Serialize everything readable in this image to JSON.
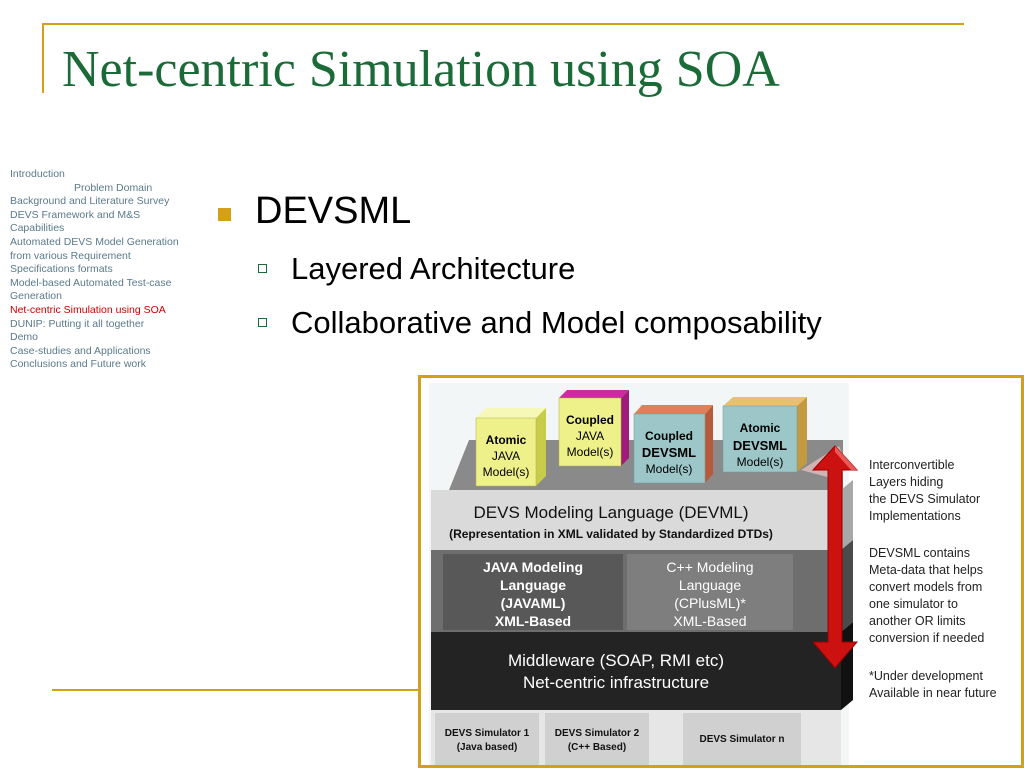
{
  "title": "Net-centric Simulation using SOA",
  "nav": {
    "items": [
      {
        "label": "Introduction",
        "indent": false,
        "active": false
      },
      {
        "label": "Problem Domain",
        "indent": true,
        "active": false
      },
      {
        "label": "Background and Literature Survey",
        "indent": false,
        "active": false
      },
      {
        "label": "DEVS Framework and M&S",
        "indent": false,
        "active": false
      },
      {
        "label": "Capabilities",
        "indent": false,
        "active": false
      },
      {
        "label": "Automated DEVS Model Generation",
        "indent": false,
        "active": false
      },
      {
        "label": "from various Requirement",
        "indent": false,
        "active": false
      },
      {
        "label": "Specifications formats",
        "indent": false,
        "active": false
      },
      {
        "label": "Model-based Automated Test-case",
        "indent": false,
        "active": false
      },
      {
        "label": "Generation",
        "indent": false,
        "active": false
      },
      {
        "label": "Net-centric Simulation using SOA",
        "indent": false,
        "active": true
      },
      {
        "label": "DUNIP: Putting it all together",
        "indent": false,
        "active": false
      },
      {
        "label": "Demo",
        "indent": false,
        "active": false
      },
      {
        "label": "Case-studies and Applications",
        "indent": false,
        "active": false
      },
      {
        "label": "Conclusions and Future work",
        "indent": false,
        "active": false
      }
    ]
  },
  "bullets": {
    "main": "DEVSML",
    "sub": [
      "Layered Architecture",
      "Collaborative and Model composability"
    ]
  },
  "diagram": {
    "boxes": {
      "atomic_java": {
        "l1": "Atomic",
        "l2": "JAVA",
        "l3": "Model(s)"
      },
      "coupled_java": {
        "l1": "Coupled",
        "l2": "JAVA",
        "l3": "Model(s)"
      },
      "coupled_devsml": {
        "l1": "Coupled",
        "l2": "DEVSML",
        "l3": "Model(s)"
      },
      "atomic_devsml": {
        "l1": "Atomic",
        "l2": "DEVSML",
        "l3": "Model(s)"
      }
    },
    "devml": {
      "title": "DEVS Modeling Language (DEVML)",
      "subtitle": "(Representation in XML validated by Standardized DTDs)"
    },
    "javaml": [
      "JAVA Modeling",
      "Language",
      "(JAVAML)",
      "XML-Based"
    ],
    "cplusml": [
      "C++ Modeling",
      "Language",
      "(CPlusML)*",
      "XML-Based"
    ],
    "middleware": [
      "Middleware (SOAP, RMI etc)",
      "Net-centric infrastructure"
    ],
    "simulators": {
      "sim1": [
        "DEVS Simulator 1",
        "(Java based)"
      ],
      "sim2": [
        "DEVS Simulator 2",
        "(C++ Based)"
      ],
      "simn": "DEVS Simulator n"
    },
    "notes": {
      "n1": [
        "Interconvertible",
        "Layers hiding",
        "the DEVS Simulator",
        "Implementations"
      ],
      "n2": [
        "DEVSML contains",
        "Meta-data that helps",
        "convert models from",
        "one simulator to",
        "another OR limits",
        "conversion if needed"
      ],
      "n3": [
        "*Under development",
        "Available in near future"
      ]
    },
    "colors": {
      "accent": "#d4a017",
      "title_green": "#1b6b38",
      "arrow_red": "#cc1111",
      "box_yellow": "#eef08a",
      "box_magenta_top": "#cc2a9e",
      "box_salmon_top": "#e0805a",
      "box_teal": "#9cc6c8"
    }
  }
}
